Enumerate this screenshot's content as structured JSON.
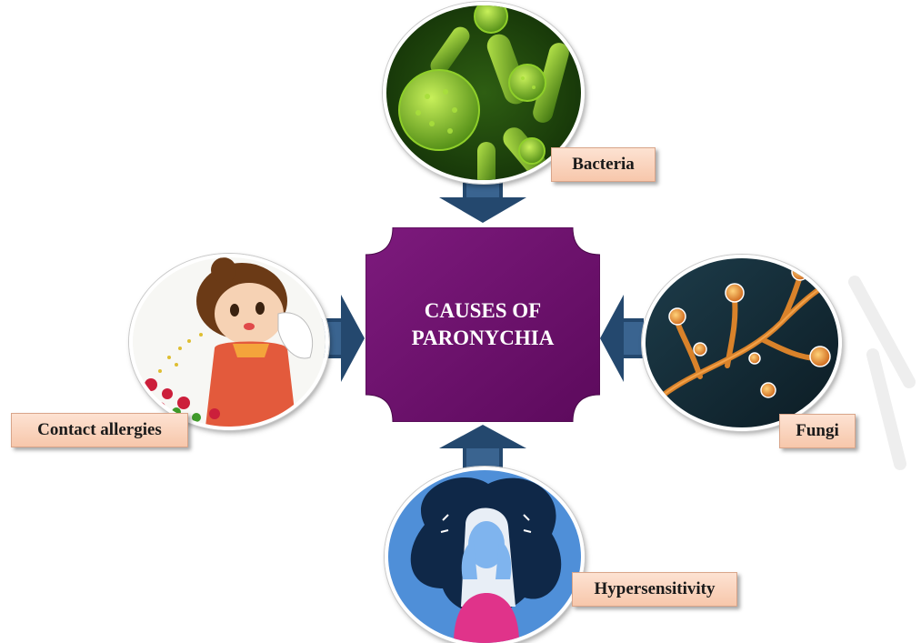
{
  "diagram": {
    "center_title": "CAUSES OF\nPARONYCHIA",
    "causes": [
      {
        "label": "Bacteria",
        "image": "bacteria-illustration"
      },
      {
        "label": "Fungi",
        "image": "fungi-hyphae-illustration"
      },
      {
        "label": "Hypersensitivity",
        "image": "stressed-woman-illustration"
      },
      {
        "label": "Contact allergies",
        "image": "sneezing-girl-illustration"
      }
    ]
  },
  "colors": {
    "center_fill": "#6b0f6b",
    "arrow_fill": "#24486e",
    "label_fill": "#f9d1ba"
  }
}
